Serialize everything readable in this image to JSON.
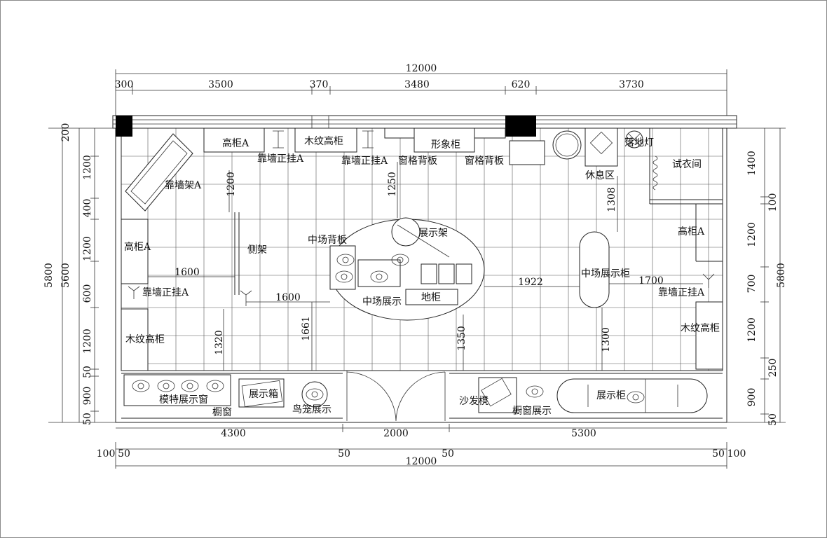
{
  "colors": {
    "line": "#222222",
    "column_fill": "#000000",
    "background": "#ffffff"
  },
  "dimensions": {
    "top_total": "12000",
    "top_segments": [
      "300",
      "3500",
      "370",
      "3480",
      "620",
      "3730"
    ],
    "bottom_segments": [
      "100",
      "50",
      "4300",
      "50",
      "2000",
      "50",
      "5300",
      "50",
      "100"
    ],
    "bottom_total": "12000",
    "left_outer": [
      "200",
      "5800",
      "5600"
    ],
    "left_segments": [
      "1200",
      "400",
      "1200",
      "600",
      "1200",
      "50",
      "900",
      "50"
    ],
    "right_segments": [
      "1400",
      "100",
      "1200",
      "700",
      "1200",
      "250",
      "900",
      "50"
    ],
    "right_total": "5800",
    "interior": [
      "1200",
      "1250",
      "1308",
      "1600",
      "1600",
      "1922",
      "1700",
      "1320",
      "1661",
      "1350",
      "1300"
    ]
  },
  "labels": {
    "high_cabinet_a": "高柜A",
    "wood_high_cabinet": "木纹高柜",
    "wall_hang_a": "靠墙正挂A",
    "grid_backboard": "窗格背板",
    "image_cabinet": "形象柜",
    "wall_rack_a": "靠墙架A",
    "side_rack": "侧架",
    "center_backboard": "中场背板",
    "display_rack": "展示架",
    "center_display": "中场展示",
    "floor_cabinet": "地柜",
    "rest_area": "休息区",
    "floor_lamp": "落地灯",
    "fitting_room": "试衣间",
    "center_display_cabinet": "中场展示柜",
    "model_window": "模特展示窗",
    "showcase_window": "橱窗",
    "display_box": "展示箱",
    "birdcage_display": "鸟笼展示",
    "sofa_stool": "沙发櫈",
    "window_display": "橱窗展示",
    "display_cabinet": "展示柜"
  }
}
